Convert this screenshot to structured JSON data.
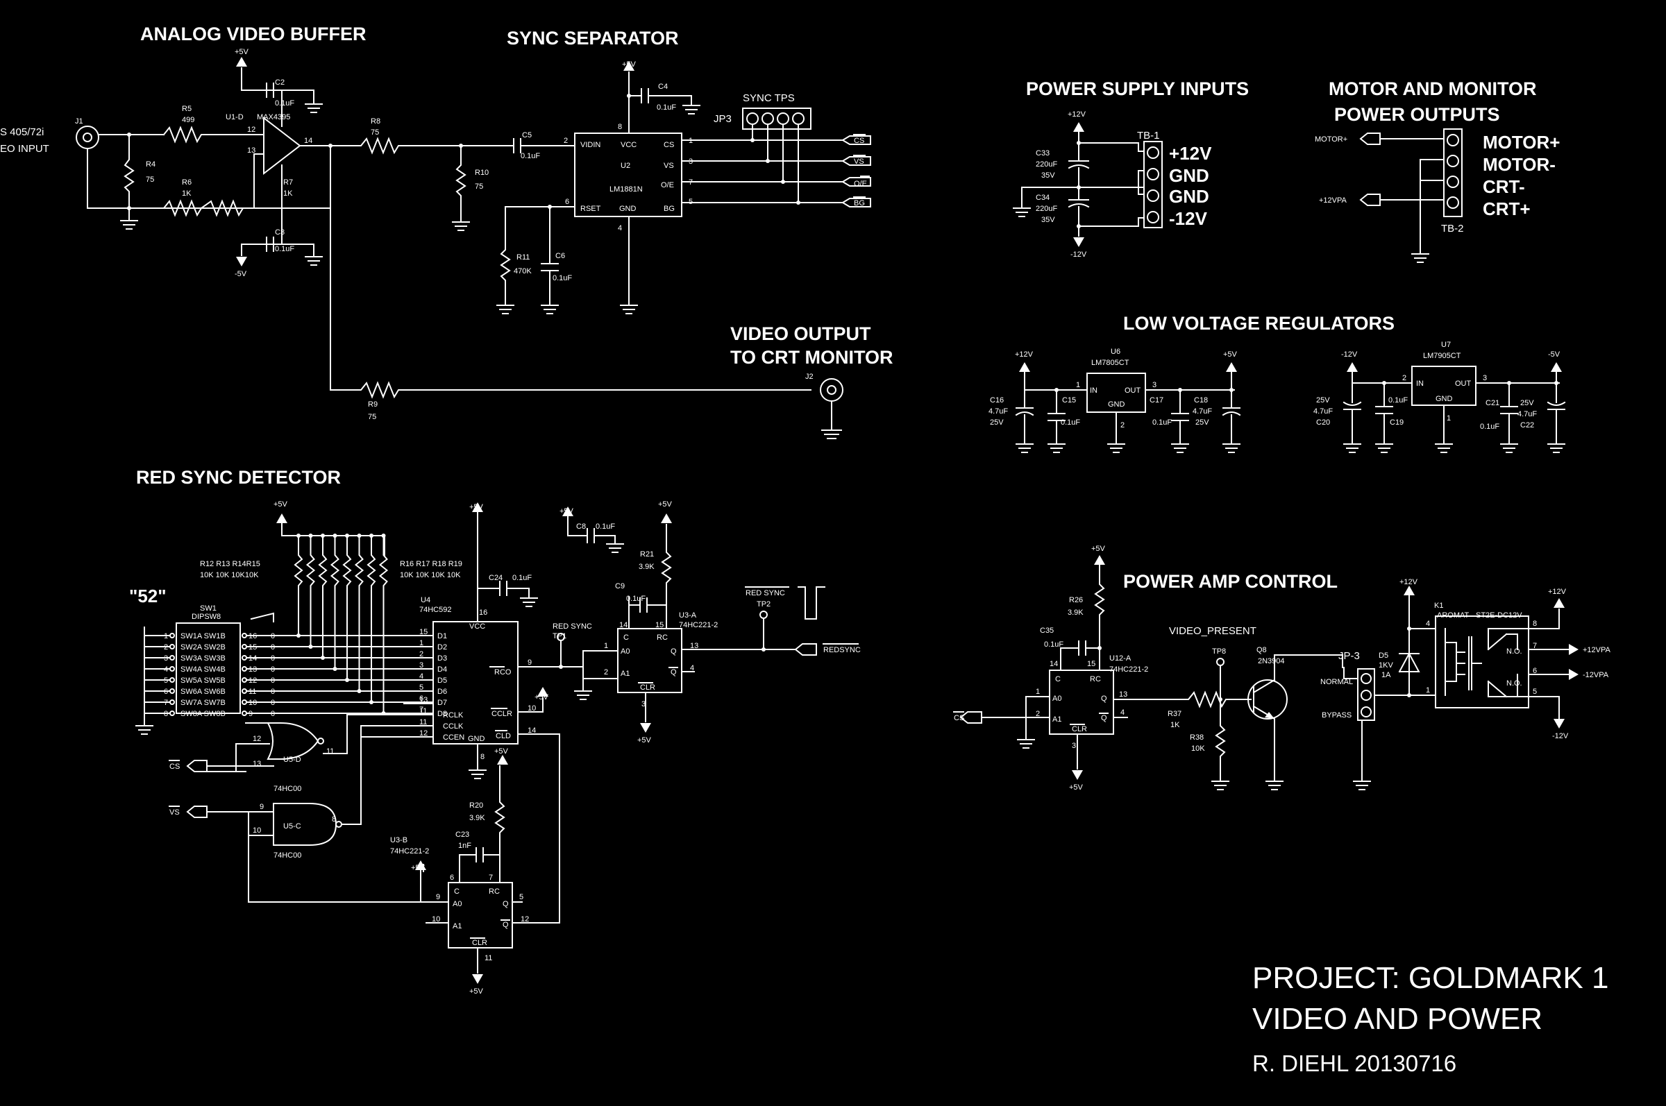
{
  "title_block": {
    "project": "PROJECT: GOLDMARK 1",
    "subtitle": "VIDEO AND POWER",
    "author_date": "R. DIEHL 20130716"
  },
  "sections": {
    "analog_video_buffer": "ANALOG VIDEO BUFFER",
    "sync_separator": "SYNC SEPARATOR",
    "power_supply_inputs": "POWER SUPPLY INPUTS",
    "motor_monitor_1": "MOTOR AND MONITOR",
    "motor_monitor_2": "POWER OUTPUTS",
    "video_output_1": "VIDEO OUTPUT",
    "video_output_2": "TO CRT MONITOR",
    "low_voltage_regulators": "LOW VOLTAGE REGULATORS",
    "red_sync_detector": "RED SYNC DETECTOR",
    "power_amp_control": "POWER AMP CONTROL"
  },
  "video_buffer": {
    "input_1": "S 405/72i",
    "input_2": "EO INPUT",
    "j1": "J1",
    "r4": "R4",
    "r4_val": "75",
    "r5": "R5",
    "r5_val": "499",
    "r6": "R6",
    "r6_val": "1K",
    "r7": "R7",
    "r7_val": "1K",
    "r8": "R8",
    "r8_val": "75",
    "r9": "R9",
    "r9_val": "75",
    "r10": "R10",
    "r10_val": "75",
    "u1": "U1-D",
    "u1_part": "MAX4395",
    "c2": "C2",
    "c2_val": "0.1uF",
    "c3": "C3",
    "c3_val": "0.1uF",
    "p5v": "+5V",
    "m5v": "-5V",
    "pin12": "12",
    "pin13": "13",
    "pin14": "14",
    "j2": "J2"
  },
  "sync_sep": {
    "c4": "C4",
    "c4_val": "0.1uF",
    "c5": "C5",
    "c5_val": "0.1uF",
    "c6": "C6",
    "c6_val": "0.1uF",
    "r11": "R11",
    "r11_val": "470K",
    "u2": "U2",
    "u2_part": "LM1881N",
    "vidin": "VIDIN",
    "vcc": "VCC",
    "rset": "RSET",
    "gnd": "GND",
    "cs_pin": "CS",
    "vs_pin": "VS",
    "oe_pin": "O/E",
    "bg_pin": "BG",
    "p5v": "+5V",
    "jp3": "JP3",
    "sync_tps": "SYNC TPS",
    "out_cs": "CS",
    "out_vs": "VS",
    "out_oe": "O/E",
    "out_bg": "BG",
    "pin1": "1",
    "pin2": "2",
    "pin3": "3",
    "pin4": "4",
    "pin5": "5",
    "pin6": "6",
    "pin7": "7",
    "pin8": "8"
  },
  "psu_inputs": {
    "p12": "+12V",
    "m12": "-12V",
    "c33": "C33",
    "c33_val": "220uF",
    "c33_v": "35V",
    "c34": "C34",
    "c34_val": "220uF",
    "c34_v": "35V",
    "tb1": "TB-1",
    "labels": [
      "+12V",
      "GND",
      "GND",
      "-12V"
    ]
  },
  "motor_outputs": {
    "motor_in": "MOTOR+",
    "vpa_in": "+12VPA",
    "tb2": "TB-2",
    "labels": [
      "MOTOR+",
      "MOTOR-",
      "CRT-",
      "CRT+"
    ]
  },
  "regulators": {
    "u6": "U6",
    "u6_part": "LM7805CT",
    "u7": "U7",
    "u7_part": "LM7905CT",
    "in": "IN",
    "out": "OUT",
    "gnd": "GND",
    "p12": "+12V",
    "p5": "+5V",
    "m12": "-12V",
    "m5": "-5V",
    "c16": "C16",
    "c16_val": "4.7uF",
    "c16_v": "25V",
    "c15": "C15",
    "c15_val": "0.1uF",
    "c17": "C17",
    "c17_val": "0.1uF",
    "c18": "C18",
    "c18_val": "4.7uF",
    "c18_v": "25V",
    "c20": "C20",
    "c20_val": "4.7uF",
    "c20_v": "25V",
    "c19": "C19",
    "c19_val": "0.1uF",
    "c21": "C21",
    "c21_val": "0.1uF",
    "c22": "C22",
    "c22_val": "4.7uF",
    "c22_v": "25V",
    "pin1": "1",
    "pin2": "2",
    "pin3": "3"
  },
  "red_sync": {
    "p5v": "+5V",
    "r12_15": "R12 R13 R14R15",
    "r12_15_vals": "10K 10K 10K10K",
    "r16_19": "R16 R17 R18 R19",
    "r16_19_vals": "10K 10K 10K 10K",
    "quote52": "\"52\"",
    "sw1": "SW1",
    "sw1_part": "DIPSW8",
    "sw_rows": [
      "SW1A SW1B",
      "SW2A SW2B",
      "SW3A SW3B",
      "SW4A SW4B",
      "SW5A SW5B",
      "SW6A SW6B",
      "SW7A SW7B",
      "SW8A SW8B"
    ],
    "sw_pins_r": [
      "16",
      "15",
      "14",
      "13",
      "12",
      "11",
      "10",
      "9"
    ],
    "sw_pins_l": [
      "1",
      "2",
      "3",
      "4",
      "5",
      "6",
      "7",
      "8"
    ],
    "u4": "U4",
    "u4_part": "74HC592",
    "d_pins": [
      "D1",
      "D2",
      "D3",
      "D4",
      "D5",
      "D6",
      "D7",
      "D8"
    ],
    "d_nums": [
      "15",
      "1",
      "2",
      "3",
      "4",
      "5",
      "6",
      "7"
    ],
    "rclk": "RCLK",
    "cclk": "CCLK",
    "ccen": "CCEN",
    "gnd": "GND",
    "vcc": "VCC",
    "rco": "RCO",
    "cclr": "CCLR",
    "cld": "CLD",
    "c24": "C24",
    "c24_val": "0.1uF",
    "u5d": "U5-D",
    "u5c": "U5-C",
    "u5_part": "74HC00",
    "cs": "CS",
    "vs": "VS",
    "tp1_1": "RED SYNC",
    "tp1_2": "TP1",
    "u3a": "U3-A",
    "u3_part": "74HC221-2",
    "u3b": "U3-B",
    "u3b_part": "74HC221-2",
    "c8": "C8",
    "c8_val": "0.1uF",
    "c9": "C9",
    "c9_val": "0.1uF",
    "r21": "R21",
    "r21_val": "3.9K",
    "r20": "R20",
    "r20_val": "3.9K",
    "c23": "C23",
    "c23_val": "1nF",
    "tp2_1": "RED SYNC",
    "tp2_2": "TP2",
    "redsync": "REDSYNC",
    "a0": "A0",
    "a1": "A1",
    "q": "Q",
    "qb": "Q",
    "clr": "CLR",
    "c": "C",
    "rc": "RC"
  },
  "amp_control": {
    "p5v": "+5V",
    "m12": "-12V",
    "p12": "+12V",
    "r26": "R26",
    "r26_val": "3.9K",
    "c35": "C35",
    "c35_val": "0.1uF",
    "u12": "U12-A",
    "u12_part": "74HC221-2",
    "video_present": "VIDEO_PRESENT",
    "tp8": "TP8",
    "q8": "Q8",
    "q8_part": "2N3904",
    "r37": "R37",
    "r37_val": "1K",
    "r38": "R38",
    "r38_val": "10K",
    "cs": "CS",
    "jp3": "JP-3",
    "normal": "NORMAL",
    "bypass": "BYPASS",
    "d5": "D5",
    "d5_val1": "1KV",
    "d5_val2": "1A",
    "k1": "K1",
    "k1_part1": "AROMAT",
    "k1_part2": "ST2E-DC12V",
    "no": "N.O.",
    "vpa_p": "+12VPA",
    "vpa_m": "-12VPA"
  }
}
